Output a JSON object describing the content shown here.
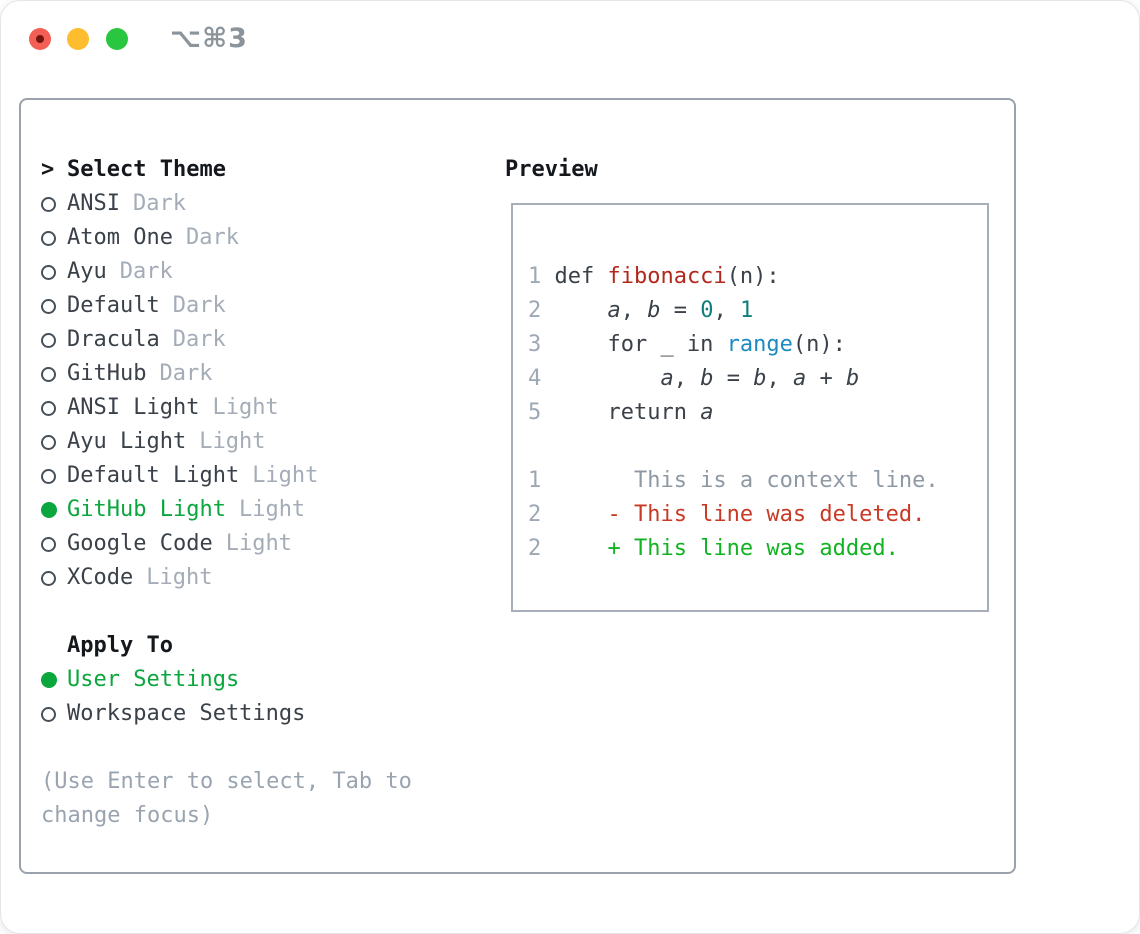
{
  "window": {
    "title": "⌥⌘3",
    "traffic_lights": {
      "close": "red",
      "minimize": "yellow",
      "zoom": "green"
    }
  },
  "theme_picker": {
    "header": {
      "cursor": ">",
      "label": "Select Theme"
    },
    "items": [
      {
        "name": "ANSI",
        "tag": "Dark",
        "selected": false
      },
      {
        "name": "Atom One",
        "tag": "Dark",
        "selected": false
      },
      {
        "name": "Ayu",
        "tag": "Dark",
        "selected": false
      },
      {
        "name": "Default",
        "tag": "Dark",
        "selected": false
      },
      {
        "name": "Dracula",
        "tag": "Dark",
        "selected": false
      },
      {
        "name": "GitHub",
        "tag": "Dark",
        "selected": false
      },
      {
        "name": "ANSI Light",
        "tag": "Light",
        "selected": false
      },
      {
        "name": "Ayu Light",
        "tag": "Light",
        "selected": false
      },
      {
        "name": "Default Light",
        "tag": "Light",
        "selected": false
      },
      {
        "name": "GitHub Light",
        "tag": "Light",
        "selected": true
      },
      {
        "name": "Google Code",
        "tag": "Light",
        "selected": false
      },
      {
        "name": "XCode",
        "tag": "Light",
        "selected": false
      }
    ],
    "apply_to": {
      "label": "Apply To",
      "options": [
        {
          "name": "User Settings",
          "selected": true
        },
        {
          "name": "Workspace Settings",
          "selected": false
        }
      ]
    },
    "hint_lines": [
      "(Use Enter to select, Tab to",
      "change focus)"
    ]
  },
  "preview": {
    "label": "Preview",
    "code_lines": [
      {
        "num": "1",
        "spans": [
          {
            "t": "def ",
            "c": "plain"
          },
          {
            "t": "fibonacci",
            "c": "func"
          },
          {
            "t": "(n):",
            "c": "plain"
          }
        ]
      },
      {
        "num": "2",
        "spans": [
          {
            "t": "    ",
            "c": "plain"
          },
          {
            "t": "a",
            "c": "var"
          },
          {
            "t": ", ",
            "c": "plain"
          },
          {
            "t": "b",
            "c": "var"
          },
          {
            "t": " = ",
            "c": "plain"
          },
          {
            "t": "0",
            "c": "num"
          },
          {
            "t": ", ",
            "c": "plain"
          },
          {
            "t": "1",
            "c": "num"
          }
        ]
      },
      {
        "num": "3",
        "spans": [
          {
            "t": "    for _ in ",
            "c": "plain"
          },
          {
            "t": "range",
            "c": "call"
          },
          {
            "t": "(n):",
            "c": "plain"
          }
        ]
      },
      {
        "num": "4",
        "spans": [
          {
            "t": "        ",
            "c": "plain"
          },
          {
            "t": "a",
            "c": "var"
          },
          {
            "t": ", ",
            "c": "plain"
          },
          {
            "t": "b",
            "c": "var"
          },
          {
            "t": " = ",
            "c": "plain"
          },
          {
            "t": "b",
            "c": "var"
          },
          {
            "t": ", ",
            "c": "plain"
          },
          {
            "t": "a",
            "c": "var"
          },
          {
            "t": " + ",
            "c": "plain"
          },
          {
            "t": "b",
            "c": "var"
          }
        ]
      },
      {
        "num": "5",
        "spans": [
          {
            "t": "    return ",
            "c": "plain"
          },
          {
            "t": "a",
            "c": "var"
          }
        ]
      },
      {
        "num": "",
        "spans": []
      },
      {
        "num": "1",
        "spans": [
          {
            "t": "      This is a context line.",
            "c": "context"
          }
        ]
      },
      {
        "num": "2",
        "spans": [
          {
            "t": "    - This line was deleted.",
            "c": "deleted"
          }
        ]
      },
      {
        "num": "2",
        "spans": [
          {
            "t": "    + This line was added.",
            "c": "added"
          }
        ]
      }
    ]
  },
  "colors": {
    "accent_green": "#0ca63e",
    "deleted_red": "#c93a26",
    "added_green": "#12b322",
    "function_red": "#b3281c",
    "call_blue": "#1b8ac0",
    "number_teal": "#0e7f7b",
    "panel_border": "#9aa2ac",
    "muted_gray": "#a4acb7"
  }
}
